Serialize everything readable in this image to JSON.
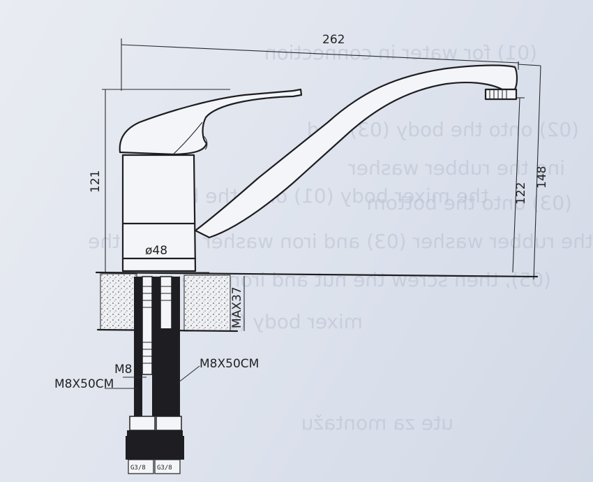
{
  "dimensions": {
    "total_length": "262",
    "total_height": "148",
    "spout_height": "122",
    "body_height": "121",
    "body_diameter": "ø48",
    "max_counter_thickness": "MAX37"
  },
  "hoses": {
    "thread": "M8",
    "hose_left": "M8X50CM",
    "hose_right": "M8X50CM",
    "connector_left": "G3/8",
    "connector_right": "G3/8"
  },
  "background_text": {
    "line_1": "(01) for water in connection",
    "line_2": "(02) onto the body (03) and",
    "line_3": "ing the rubber washer",
    "line_4": "(03) onto the bottom",
    "line_5": "the mixer body (01) onto the base",
    "line_6": "the rubber washer (03) and iron washer (04) on the",
    "line_7": "(05), then screw the nut and iron screw",
    "line_8": "mixer body (01)",
    "heading": "ute za montažu"
  }
}
